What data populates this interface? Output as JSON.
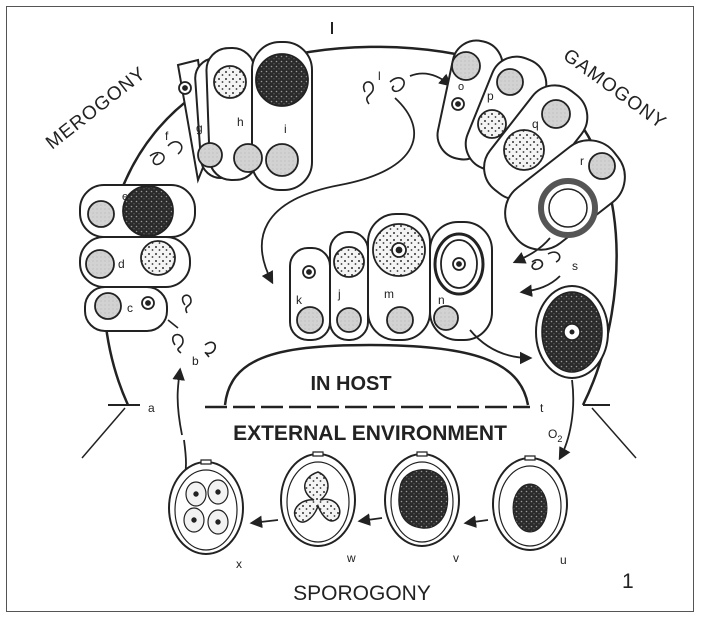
{
  "phases": {
    "merogony": "MEROGONY",
    "gamogony": "GAMOGONY",
    "sporogony": "SPOROGONY"
  },
  "host_label": "IN HOST",
  "environment_label": "EXTERNAL ENVIRONMENT",
  "figure_number": "1",
  "oxygen_label": "O",
  "oxygen_subscript": "2",
  "stage_letters": {
    "a": "a",
    "b": "b",
    "c": "c",
    "d": "d",
    "e": "e",
    "f": "f",
    "g": "g",
    "h": "h",
    "i": "i",
    "j": "j",
    "k": "k",
    "l": "l",
    "m": "m",
    "n": "n",
    "o": "o",
    "p": "p",
    "q": "q",
    "r": "r",
    "s": "s",
    "t": "t",
    "u": "u",
    "v": "v",
    "w": "w",
    "x": "x"
  },
  "colors": {
    "ink": "#222222",
    "dark_fill": "#1e1e1e",
    "grey_fill": "#c8c8c8"
  }
}
